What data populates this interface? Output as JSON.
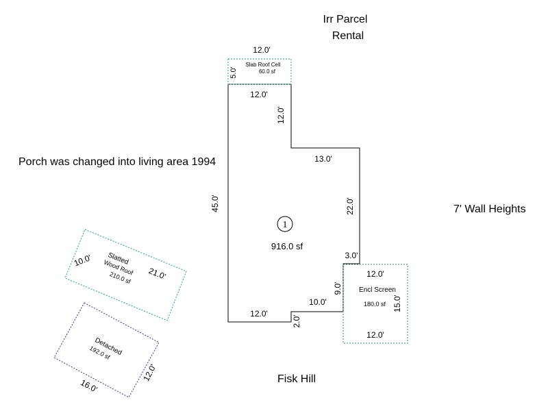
{
  "notes": {
    "parcel_line1": "Irr Parcel",
    "parcel_line2": "Rental",
    "porch_note": "Porch was changed into living area 1994",
    "wall_heights": "7' Wall Heights",
    "street": "Fisk Hill"
  },
  "main_area": {
    "number": "1",
    "area": "916.0 sf",
    "dims": {
      "top": "12.0'",
      "notch_vertical": "12.0'",
      "upper_right": "13.0'",
      "right": "22.0'",
      "right_step": "3.0'",
      "lower_right_vertical": "9.0'",
      "bottom_step_horizontal": "10.0'",
      "bottom_step_vertical": "2.0'",
      "bottom": "12.0'",
      "left": "45.0'"
    }
  },
  "slab_roof": {
    "name": "Slab Roof Cell",
    "area": "60.0 sf",
    "width": "12.0'",
    "height": "5.0'"
  },
  "encl_screen": {
    "name": "Encl Screen",
    "area": "180.0 sf",
    "top": "12.0'",
    "bottom": "12.0'",
    "side": "15.0'"
  },
  "slatted": {
    "name1": "Slatted",
    "name2": "Wood Roof",
    "area": "210.0 sf",
    "short_side": "10.0'",
    "long_side": "21.0'"
  },
  "detached": {
    "name": "Detached",
    "area": "192.0 sf",
    "short_side": "12.0'",
    "long_side": "16.0'"
  },
  "colors": {
    "main_outline": "#000000",
    "teal_dotted": "#1a9a9a",
    "purple_dotted": "#3c2aa8",
    "green_dotted": "#2f8f70"
  }
}
